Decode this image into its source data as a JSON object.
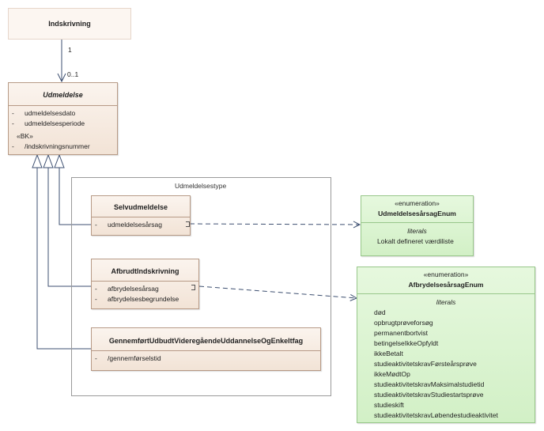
{
  "classes": {
    "indskrivning": {
      "name": "Indskrivning"
    },
    "udmeldelse": {
      "name": "Udmeldelse",
      "attributes": [
        {
          "visibility": "-",
          "name": "udmeldelsesdato"
        },
        {
          "visibility": "-",
          "name": "udmeldelsesperiode"
        }
      ],
      "bk_stereotype": "«BK»",
      "bk_attribute": {
        "visibility": "-",
        "name": "/indskrivningsnummer"
      }
    },
    "selvudmeldelse": {
      "name": "Selvudmeldelse",
      "attributes": [
        {
          "visibility": "-",
          "name": "udmeldelsesårsag"
        }
      ]
    },
    "afbrudt": {
      "name": "AfbrudtIndskrivning",
      "attributes": [
        {
          "visibility": "-",
          "name": "afbrydelsesårsag"
        },
        {
          "visibility": "-",
          "name": "afbrydelsesbegrundelse"
        }
      ]
    },
    "gennemfoert": {
      "name": "GennemførtUdbudtVideregåendeUddannelseOgEnkeltfag",
      "attributes": [
        {
          "visibility": "-",
          "name": "/gennemførselstid"
        }
      ]
    }
  },
  "package": {
    "label": "Udmeldelsestype"
  },
  "association": {
    "source_multiplicity": "1",
    "target_multiplicity": "0..1"
  },
  "enums": {
    "udmeldelsesaarsag": {
      "stereotype": "«enumeration»",
      "name": "UdmeldelsesårsagEnum",
      "section": "literals",
      "literals": [
        "Lokalt defineret værdiliste"
      ]
    },
    "afbrydelsesaarsag": {
      "stereotype": "«enumeration»",
      "name": "AfbrydelsesårsagEnum",
      "section": "literals",
      "literals": [
        "død",
        "opbrugtprøveforsøg",
        "permanentbortvist",
        "betingelseIkkeOpfyldt",
        "ikkeBetalt",
        "studieaktivitetskravFørsteårsprøve",
        "ikkeMødtOp",
        "studieaktivitetskravMaksimalstudietid",
        "studieaktivitetskravStudiestartsprøve",
        "studieskift",
        "studieaktivitetskravLøbendestudieaktivitet"
      ]
    }
  },
  "colors": {
    "class_fill": "#f2e3d6",
    "class_border": "#b79a86",
    "enum_fill": "#d2f0c6",
    "enum_border": "#98c78a",
    "package_border": "#9a9a9a",
    "line": "#3d4f70"
  }
}
